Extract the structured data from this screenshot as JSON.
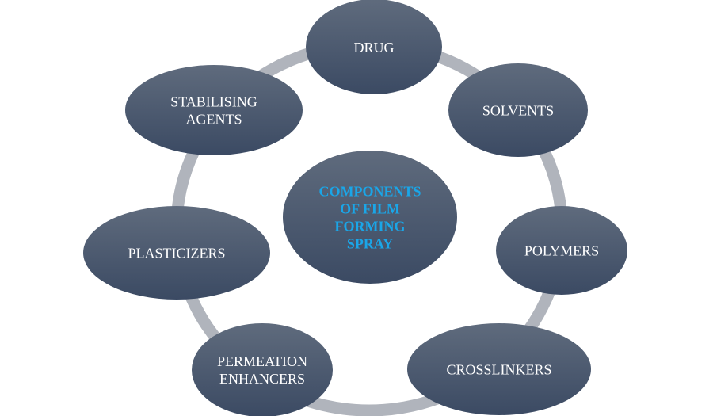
{
  "diagram": {
    "type": "cycle",
    "colors": {
      "node_top": "#5f6b7d",
      "node_bottom": "#3b4a63",
      "ring": "#b0b4bc",
      "node_text": "#ffffff",
      "center_text": "#1aa6e8"
    },
    "center": {
      "lines": [
        "COMPONENTS",
        "OF FILM",
        "FORMING",
        "SPRAY"
      ]
    },
    "nodes": [
      {
        "id": "drug",
        "lines": [
          "DRUG"
        ]
      },
      {
        "id": "solvents",
        "lines": [
          "SOLVENTS"
        ]
      },
      {
        "id": "polymers",
        "lines": [
          "POLYMERS"
        ]
      },
      {
        "id": "crosslinkers",
        "lines": [
          "CROSSLINKERS"
        ]
      },
      {
        "id": "permeation-enhancers",
        "lines": [
          "PERMEATION",
          "ENHANCERS"
        ]
      },
      {
        "id": "plasticizers",
        "lines": [
          "PLASTICIZERS"
        ]
      },
      {
        "id": "stabilising-agents",
        "lines": [
          "STABILISING",
          "AGENTS"
        ]
      }
    ]
  }
}
